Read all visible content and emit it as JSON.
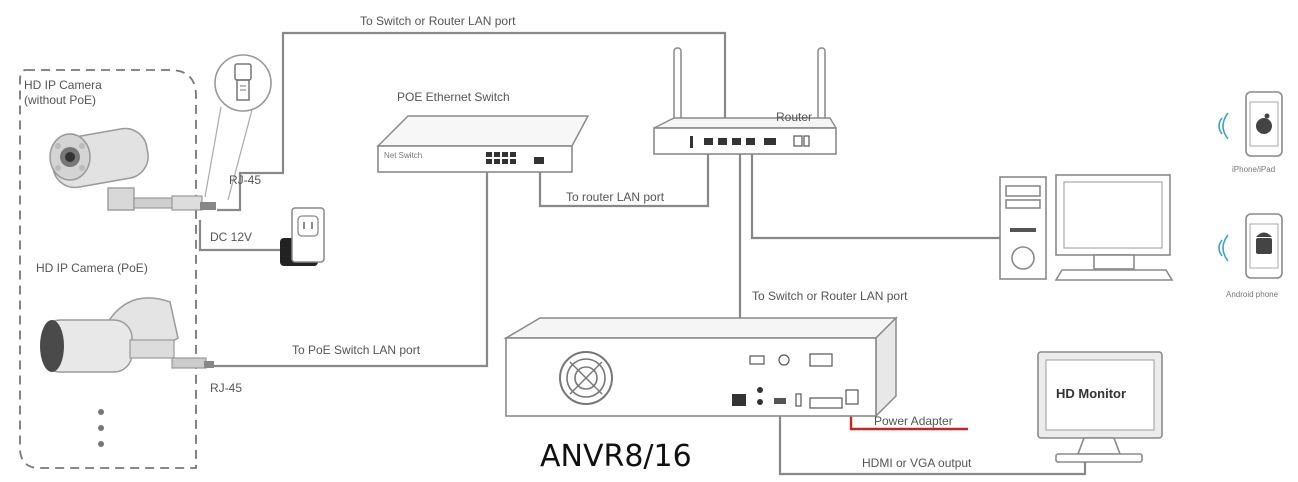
{
  "camera_group": {
    "hd_ip_camera_no_poe_line1": "HD IP Camera",
    "hd_ip_camera_no_poe_line2": "(without PoE)",
    "hd_ip_camera_poe": "HD IP Camera (PoE)"
  },
  "connections": {
    "rj45_top": "RJ-45",
    "rj45_bottom": "RJ-45",
    "dc_12v": "DC 12V",
    "to_switch_or_router_top": "To Switch or Router LAN port",
    "to_router_lan": "To router LAN port",
    "to_poe_switch_lan": "To PoE Switch LAN port",
    "to_switch_or_router_nvr": "To Switch or Router LAN port",
    "power_adapter": "Power Adapter",
    "hdmi_vga": "HDMI or VGA output"
  },
  "devices": {
    "poe_switch": "POE Ethernet Switch",
    "router": "Router",
    "nvr_model": "ANVR8/16",
    "hd_monitor": "HD Monitor",
    "iphone_ipad": "iPhone/iPad",
    "android_phone": "Android phone"
  },
  "colors": {
    "wire": "#888888",
    "power_wire": "#cc2222",
    "device_outline": "#8a8a8a"
  }
}
